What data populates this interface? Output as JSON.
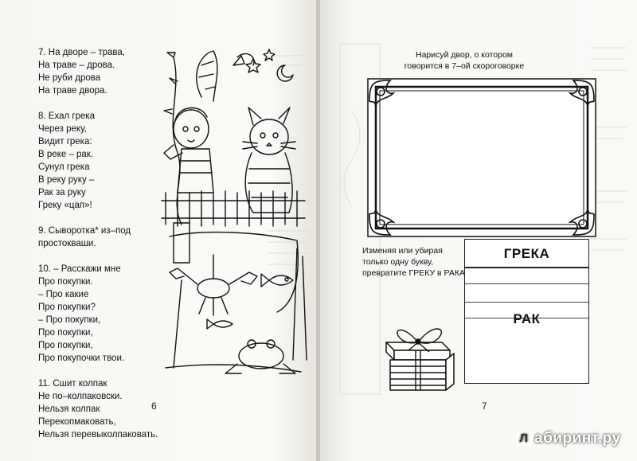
{
  "left_page": {
    "verses": [
      {
        "lines": [
          "7. На дворе – трава,",
          "На траве – дрова.",
          "Не руби дрова",
          "На траве двора."
        ]
      },
      {
        "lines": [
          "8. Ехал грека",
          "Через реку,",
          "Видит грека:",
          "В реке – рак.",
          "Сунул грека",
          "В реку руку –",
          "Рак за руку",
          "Греку «цап»!"
        ]
      },
      {
        "lines": [
          "9. Сыворотка* из–под",
          "простокваши."
        ]
      },
      {
        "lines": [
          "10. – Расскажи мне",
          "Про покупки.",
          "– Про какие",
          "Про покупки?",
          "– Про покупки,",
          "Про покупки,",
          "Про покупки,",
          "Про покупочки твои."
        ]
      },
      {
        "lines": [
          "11. Сшит колпак",
          "Не по–колпаковски.",
          "Нельзя колпак",
          "Перекопмаковать,",
          "Нельзя перевыколпаковать."
        ]
      }
    ],
    "page_number": "6"
  },
  "right_page": {
    "instruction_top": "Нарисуй двор, о котором говорится в 7–ой скороговорке",
    "instruction_left": "Изменяя или убирая только одну букву, превратите ГРЕКУ в РАКА.",
    "word_top": "ГРЕКА",
    "word_bottom": "РАК",
    "page_number": "7"
  },
  "watermark": {
    "badge": "Л",
    "text": "абиринт.ру"
  }
}
